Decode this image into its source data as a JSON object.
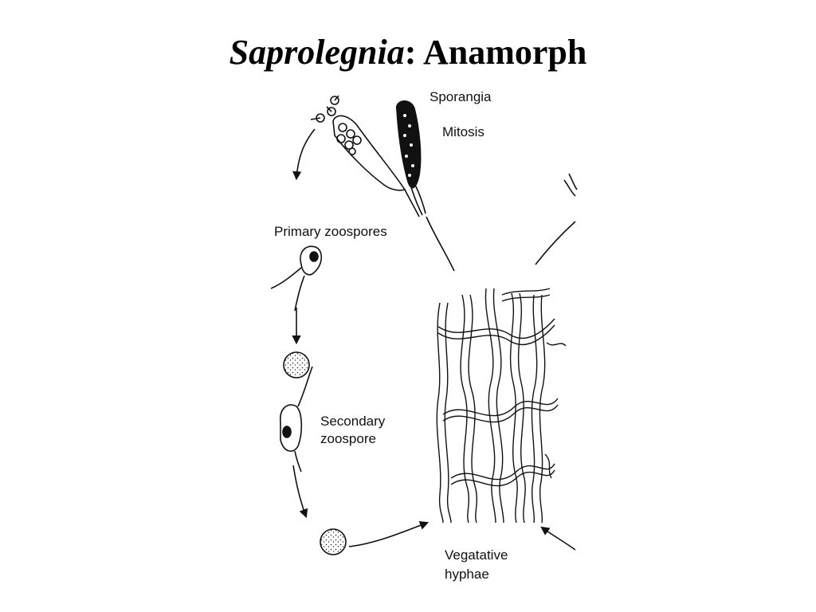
{
  "title": {
    "genus": "Saprolegnia",
    "rest": ": Anamorph"
  },
  "labels": {
    "sporangia": "Sporangia",
    "mitosis": "Mitosis",
    "primary_zoospores": "Primary zoospores",
    "secondary_zoospore_line1": "Secondary",
    "secondary_zoospore_line2": "zoospore",
    "vegetative_line1": "Vegatative",
    "vegetative_line2": "hyphae"
  }
}
